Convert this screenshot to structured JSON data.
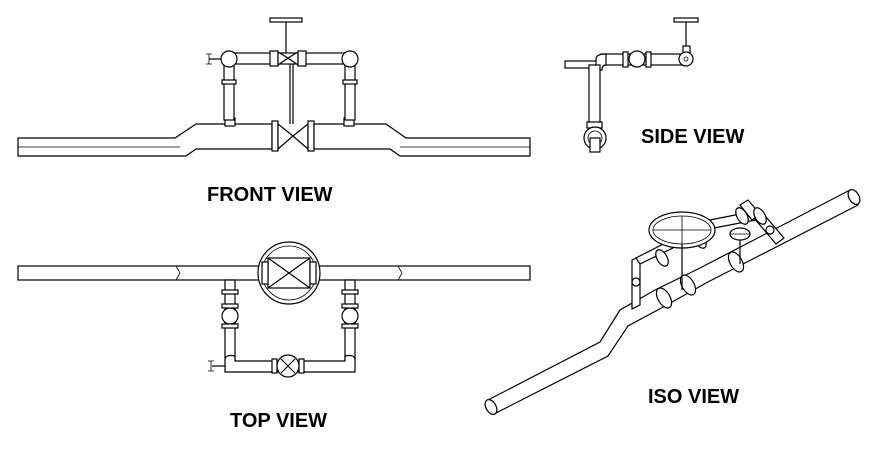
{
  "labels": {
    "front": "FRONT VIEW",
    "side": "SIDE VIEW",
    "top": "TOP VIEW",
    "iso": "ISO VIEW"
  },
  "colors": {
    "line": "#000000",
    "background": "#ffffff"
  }
}
